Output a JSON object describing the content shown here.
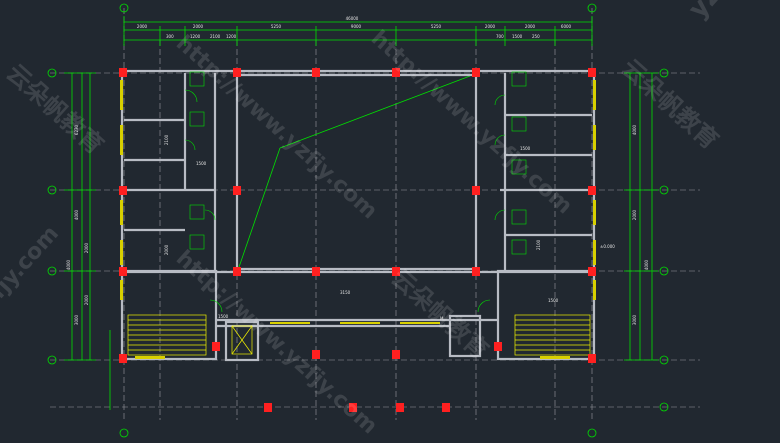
{
  "drawing": {
    "overall_dimension": "46000",
    "top_dimensions": [
      "2000",
      "2000",
      "5250",
      "9000",
      "5250",
      "2000",
      "2000",
      "6000"
    ],
    "small_dimensions": [
      "300",
      "1200",
      "2100",
      "1200",
      "700",
      "1500",
      "250"
    ],
    "left_dimensions": [
      "6230",
      "4000",
      "2000",
      "4000",
      "2000",
      "3000"
    ],
    "right_dimensions": [
      "4000",
      "2000",
      "4000",
      "3000"
    ],
    "room_dims": [
      "2100",
      "1500",
      "2000",
      "1500",
      "1500",
      "2100"
    ],
    "level_mark": "±0.000",
    "corridor_label": "3150",
    "stair_label": "1500",
    "door_code": "M"
  },
  "watermark": {
    "url": "http://www.yzfjy.com",
    "brand": "云朵帆教育",
    "short": "yzfjy",
    "corner": "fjy.com"
  },
  "colors": {
    "background": "#212830",
    "wall": "#b8bcc4",
    "dimension": "#00e000",
    "column": "#ff2020",
    "window": "#d8d000",
    "grid": "#9a9aa0",
    "stair": "#f0f000"
  }
}
